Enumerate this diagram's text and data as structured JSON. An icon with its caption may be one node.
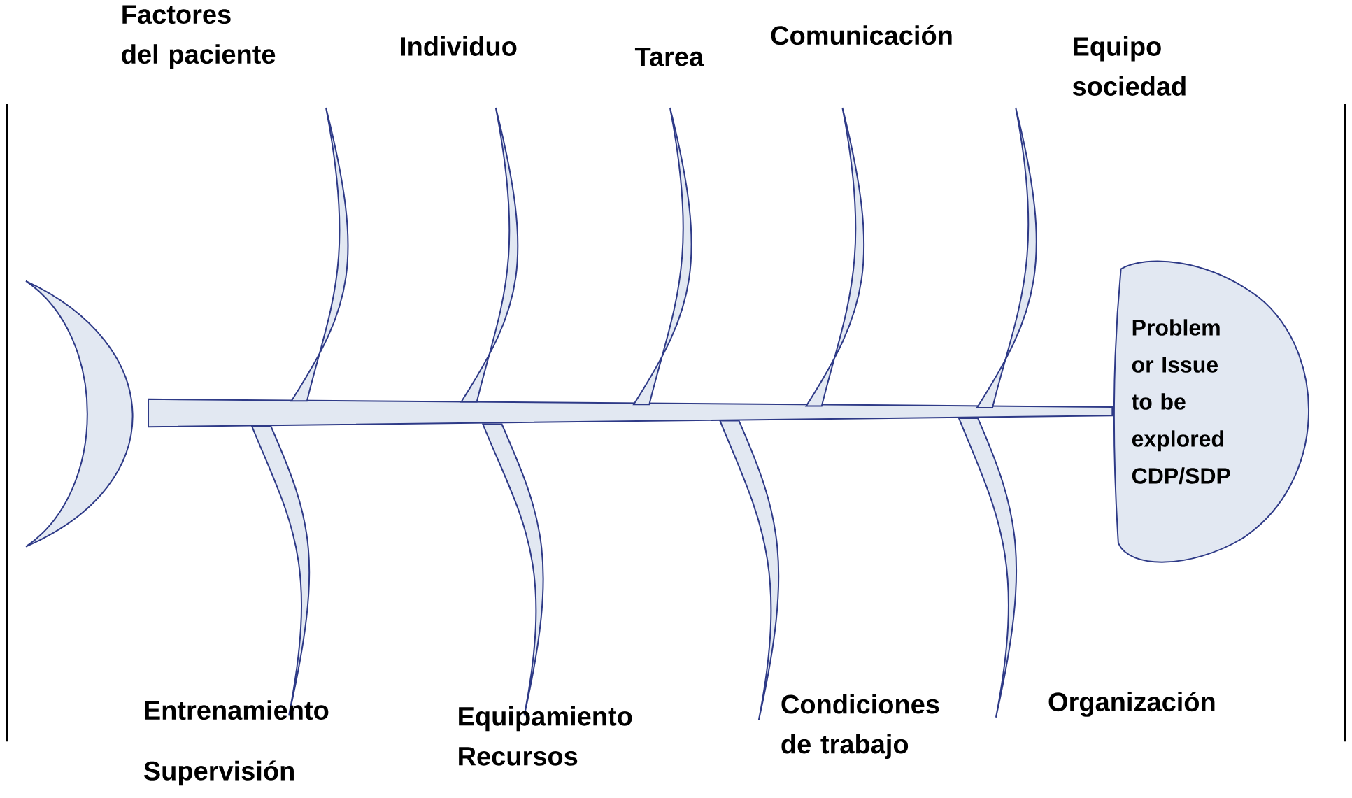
{
  "diagram": {
    "nodes": [
      {
        "text": [
          "Problem or Issue to be explored CDP/SDP"
        ]
      }
    ],
    "labels": [
      "Factores del paciente",
      "Individuo",
      "Tarea",
      "Comunicación",
      "Equipo sociedad",
      "Entrenamiento",
      "Supervisión",
      "Equipamiento Recursos",
      "Condiciones de trabajo",
      "Organización"
    ]
  }
}
